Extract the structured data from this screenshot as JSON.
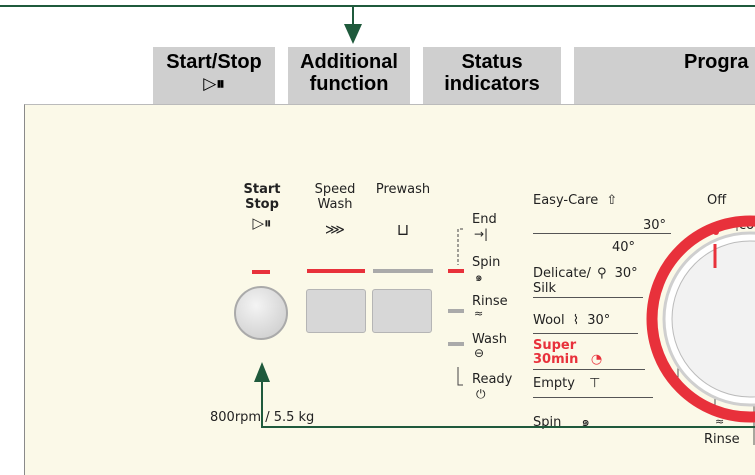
{
  "header": {
    "tabs": [
      {
        "label_line1": "Start/Stop",
        "label_line2": "▷⏸"
      },
      {
        "label_line1": "Additional",
        "label_line2": "function"
      },
      {
        "label_line1": "Status",
        "label_line2": "indicators"
      },
      {
        "label_line1": "Progra",
        "label_line2": ""
      }
    ]
  },
  "panel": {
    "start_stop": {
      "line1": "Start",
      "line2": "Stop",
      "symbol": "▷⏸"
    },
    "speed_wash": {
      "line1": "Speed",
      "line2": "Wash",
      "symbol": "⋙"
    },
    "prewash": {
      "label": "Prewash",
      "symbol": "⊔"
    },
    "status": {
      "end": "End",
      "end_symbol": "→|",
      "spin": "Spin",
      "spin_symbol": "๑",
      "rinse": "Rinse",
      "rinse_symbol": "≈",
      "wash": "Wash",
      "wash_symbol": "⊖",
      "ready": "Ready",
      "ready_symbol": "⏻"
    },
    "capacity": "800rpm / 5.5 kg",
    "programs": {
      "easy_care": "Easy-Care",
      "easy_care_symbol": "⇧",
      "off": "Off",
      "temp_30": "30°",
      "temp_40": "40°",
      "co": "co",
      "delicate_line1": "Delicate/",
      "delicate_line2": "Silk",
      "delicate_symbol": "⚲",
      "delicate_temp": "30°",
      "wool": "Wool",
      "wool_symbol": "⌇",
      "wool_temp": "30°",
      "super_line1": "Super",
      "super_line2": "30min",
      "super_symbol": "◔",
      "empty": "Empty",
      "empty_symbol": "⊤",
      "spin": "Spin",
      "spin_symbol": "๑",
      "rinse": "Rinse",
      "rinse_symbol": "≈"
    }
  },
  "colors": {
    "accent_red": "#e8313b",
    "arrow_green": "#1f5a3c",
    "panel_bg": "#fbf9e8",
    "tab_bg": "#cfcfcf"
  }
}
